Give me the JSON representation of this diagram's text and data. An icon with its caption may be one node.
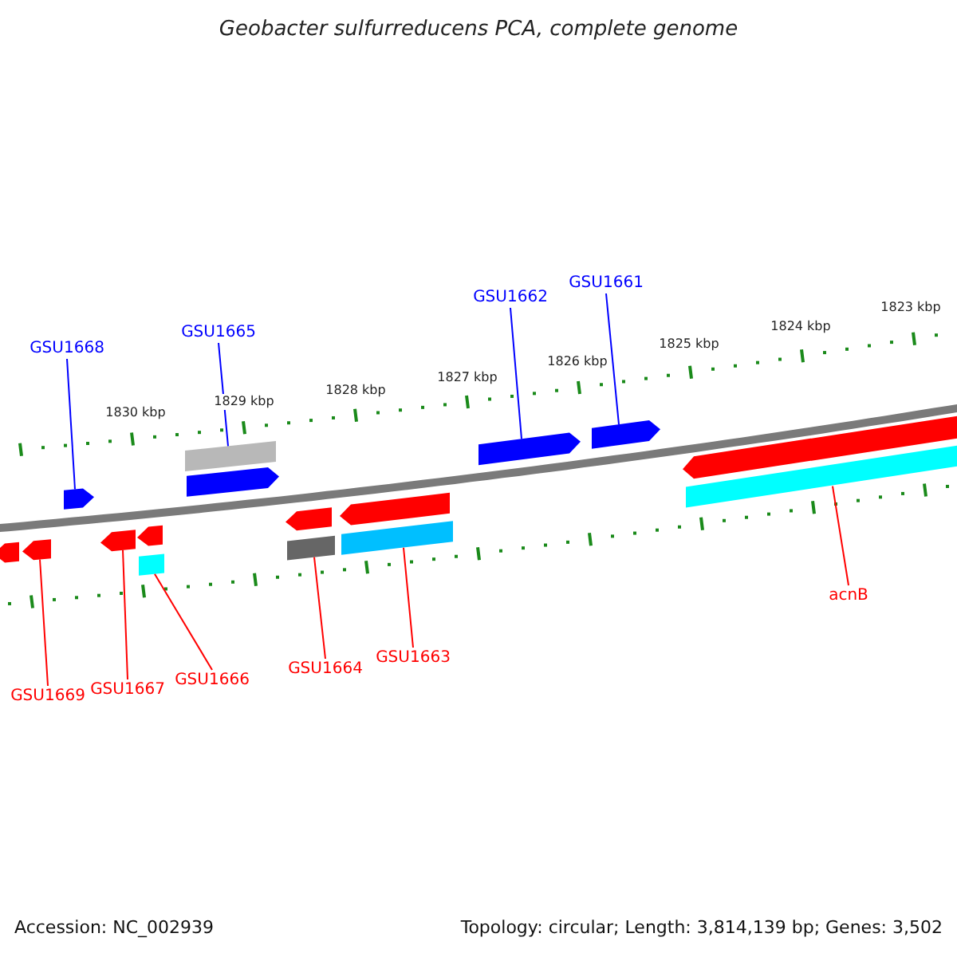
{
  "diagram": {
    "title": "Geobacter sulfurreducens PCA, complete genome",
    "nodes": [
      {
        "text": [
          "GSU1668"
        ]
      },
      {
        "text": [
          "GSU1665"
        ]
      },
      {
        "text": [
          "GSU1662"
        ]
      },
      {
        "text": [
          "GSU1661"
        ]
      },
      {
        "text": [
          "GSU1669"
        ]
      },
      {
        "text": [
          "GSU1667"
        ]
      },
      {
        "text": [
          "GSU1666"
        ]
      },
      {
        "text": [
          "GSU1664"
        ]
      },
      {
        "text": [
          "GSU1663"
        ]
      },
      {
        "text": [
          "acnB"
        ]
      },
      {
        "text": [],
        "shape": "pentagon"
      },
      {
        "text": [],
        "shape": "pentagon"
      },
      {
        "text": [],
        "shape": "pentagon"
      },
      {
        "text": [],
        "shape": "pentagon"
      },
      {
        "text": [],
        "shape": "pentagon"
      },
      {
        "text": [],
        "shape": "bar"
      },
      {
        "text": [],
        "shape": "bar"
      },
      {
        "text": [],
        "shape": "pentagon"
      },
      {
        "text": [],
        "shape": "pentagon"
      },
      {
        "text": [],
        "shape": "pentagon"
      },
      {
        "text": [],
        "shape": "bar"
      },
      {
        "text": [],
        "shape": "bar"
      },
      {
        "text": [],
        "shape": "pentagon"
      },
      {
        "text": [],
        "shape": "pentagon"
      },
      {
        "text": [],
        "shape": "pentagon"
      },
      {
        "text": [],
        "shape": "bar"
      }
    ],
    "edges": [
      {
        "from": 0,
        "to": 12,
        "arrow": "none",
        "color": "#0000ff"
      },
      {
        "from": 1,
        "to": 16,
        "arrow": "none",
        "color": "#0000ff"
      },
      {
        "from": 2,
        "to": 22,
        "arrow": "none",
        "color": "#0000ff"
      },
      {
        "from": 3,
        "to": 23,
        "arrow": "none",
        "color": "#0000ff"
      },
      {
        "from": 4,
        "to": 11,
        "arrow": "none"
      },
      {
        "from": 5,
        "to": 13,
        "arrow": "none"
      },
      {
        "from": 6,
        "to": 15,
        "arrow": "none"
      },
      {
        "from": 7,
        "to": 20,
        "arrow": "none"
      },
      {
        "from": 8,
        "to": 21,
        "arrow": "none"
      },
      {
        "from": 9,
        "to": 25,
        "arrow": "none"
      }
    ],
    "labels": [
      "1823 kbp",
      "1824 kbp",
      "1825 kbp",
      "1826 kbp",
      "1827 kbp",
      "1828 kbp",
      "1829 kbp",
      "1830 kbp",
      "Accession: NC_002939",
      "Topology: circular; Length: 3,814,139 bp; Genes: 3,502"
    ]
  }
}
